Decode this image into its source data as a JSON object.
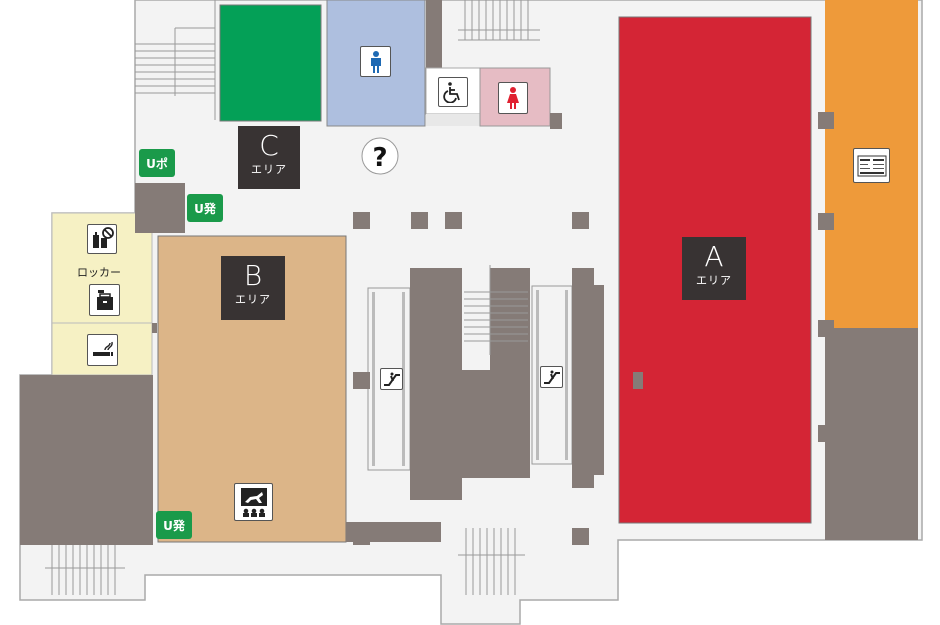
{
  "areas": {
    "a": {
      "letter": "A",
      "sub": "エリア",
      "color": "#d42535"
    },
    "b": {
      "letter": "B",
      "sub": "エリア",
      "color": "#dcb588"
    },
    "c": {
      "letter": "C",
      "sub": "エリア",
      "color": "#04a057"
    }
  },
  "colors": {
    "floor": "#f3f3f3",
    "wall": "#857b77",
    "outline": "#a9a9a9",
    "orange_zone": "#ee9a3a",
    "mens_room": "#aebfdf",
    "womens_room": "#e6bcc4",
    "locker_zone": "#f6f1c4"
  },
  "tags": {
    "u_port": "Uポ",
    "u_hatsu_1": "U発",
    "u_hatsu_2": "U発"
  },
  "locker_label": "ロッカー",
  "icons": [
    "mens-restroom-icon",
    "wheelchair-restroom-icon",
    "womens-restroom-icon",
    "information-icon",
    "no-hazardous-items-icon",
    "locker-icon",
    "smoking-area-icon",
    "escalator-icon",
    "race-viewing-icon",
    "ticket-machine-icon"
  ]
}
